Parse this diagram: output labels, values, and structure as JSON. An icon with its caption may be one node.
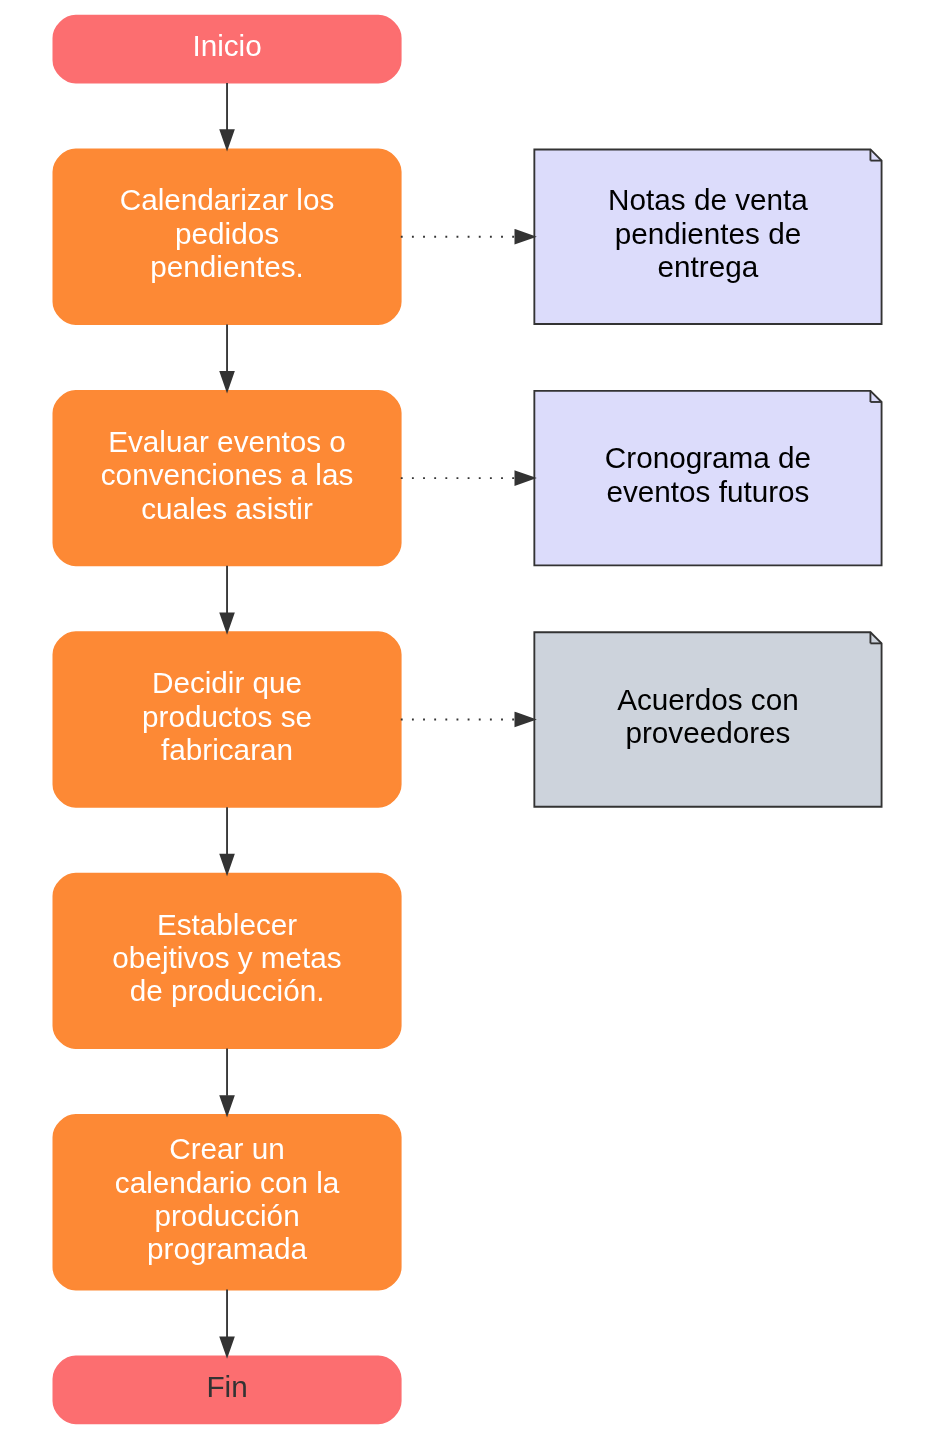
{
  "diagram": {
    "nodes": [
      {
        "text": [
          "Inicio"
        ]
      },
      {
        "text": [
          "Calendarizar los pedidos pendientes."
        ]
      },
      {
        "text": [
          "Notas de venta pendientes de entrega"
        ]
      },
      {
        "text": [
          "Evaluar eventos o convenciones a las cuales asistir"
        ]
      },
      {
        "text": [
          "Cronograma de eventos futuros"
        ]
      },
      {
        "text": [
          "Decidir que productos se fabricaran"
        ]
      },
      {
        "text": [
          "Acuerdos con proveedores"
        ]
      },
      {
        "text": [
          "Establecer obejtivos y metas de producción."
        ]
      },
      {
        "text": [
          "Crear un calendario con la producción programada"
        ]
      },
      {
        "text": [
          "Fin"
        ]
      }
    ],
    "edges": [
      {
        "from": 0,
        "to": 1,
        "arrow": "to"
      },
      {
        "from": 1,
        "to": 2,
        "arrow": "to",
        "style": "dashed"
      },
      {
        "from": 1,
        "to": 3,
        "arrow": "to"
      },
      {
        "from": 3,
        "to": 4,
        "arrow": "to",
        "style": "dashed"
      },
      {
        "from": 3,
        "to": 5,
        "arrow": "to"
      },
      {
        "from": 5,
        "to": 6,
        "arrow": "to",
        "style": "dashed"
      },
      {
        "from": 5,
        "to": 7,
        "arrow": "to"
      },
      {
        "from": 7,
        "to": 8,
        "arrow": "to"
      },
      {
        "from": 8,
        "to": 9,
        "arrow": "to"
      }
    ]
  }
}
